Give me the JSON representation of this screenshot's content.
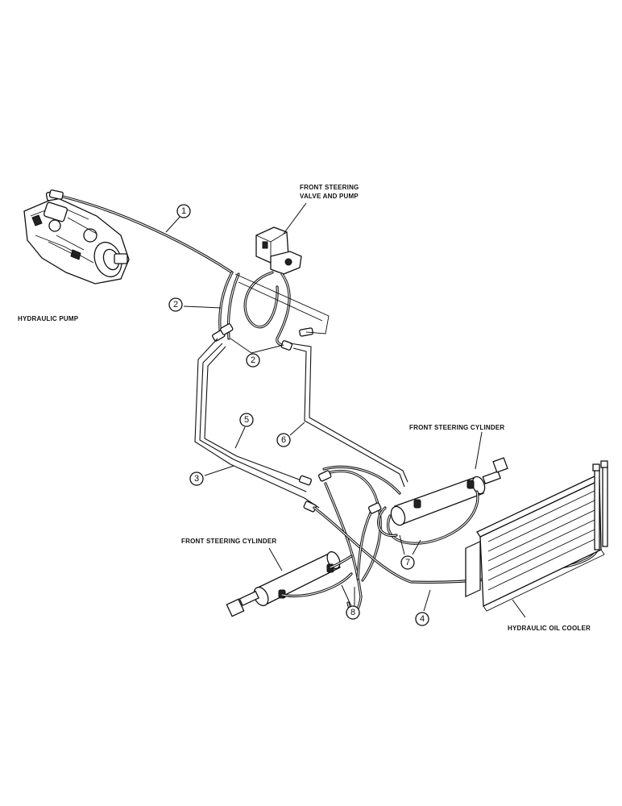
{
  "labels": {
    "hydraulic_pump": "HYDRAULIC PUMP",
    "front_steering_valve_line1": "FRONT STEERING",
    "front_steering_valve_line2": "VALVE AND PUMP",
    "front_steering_cylinder_right": "FRONT STEERING CYLINDER",
    "front_steering_cylinder_left": "FRONT STEERING CYLINDER",
    "hydraulic_oil_cooler": "HYDRAULIC OIL COOLER"
  },
  "callouts": {
    "c1": "1",
    "c2a": "2",
    "c2b": "2",
    "c3": "3",
    "c4": "4",
    "c5": "5",
    "c6": "6",
    "c7": "7",
    "c8": "8"
  }
}
